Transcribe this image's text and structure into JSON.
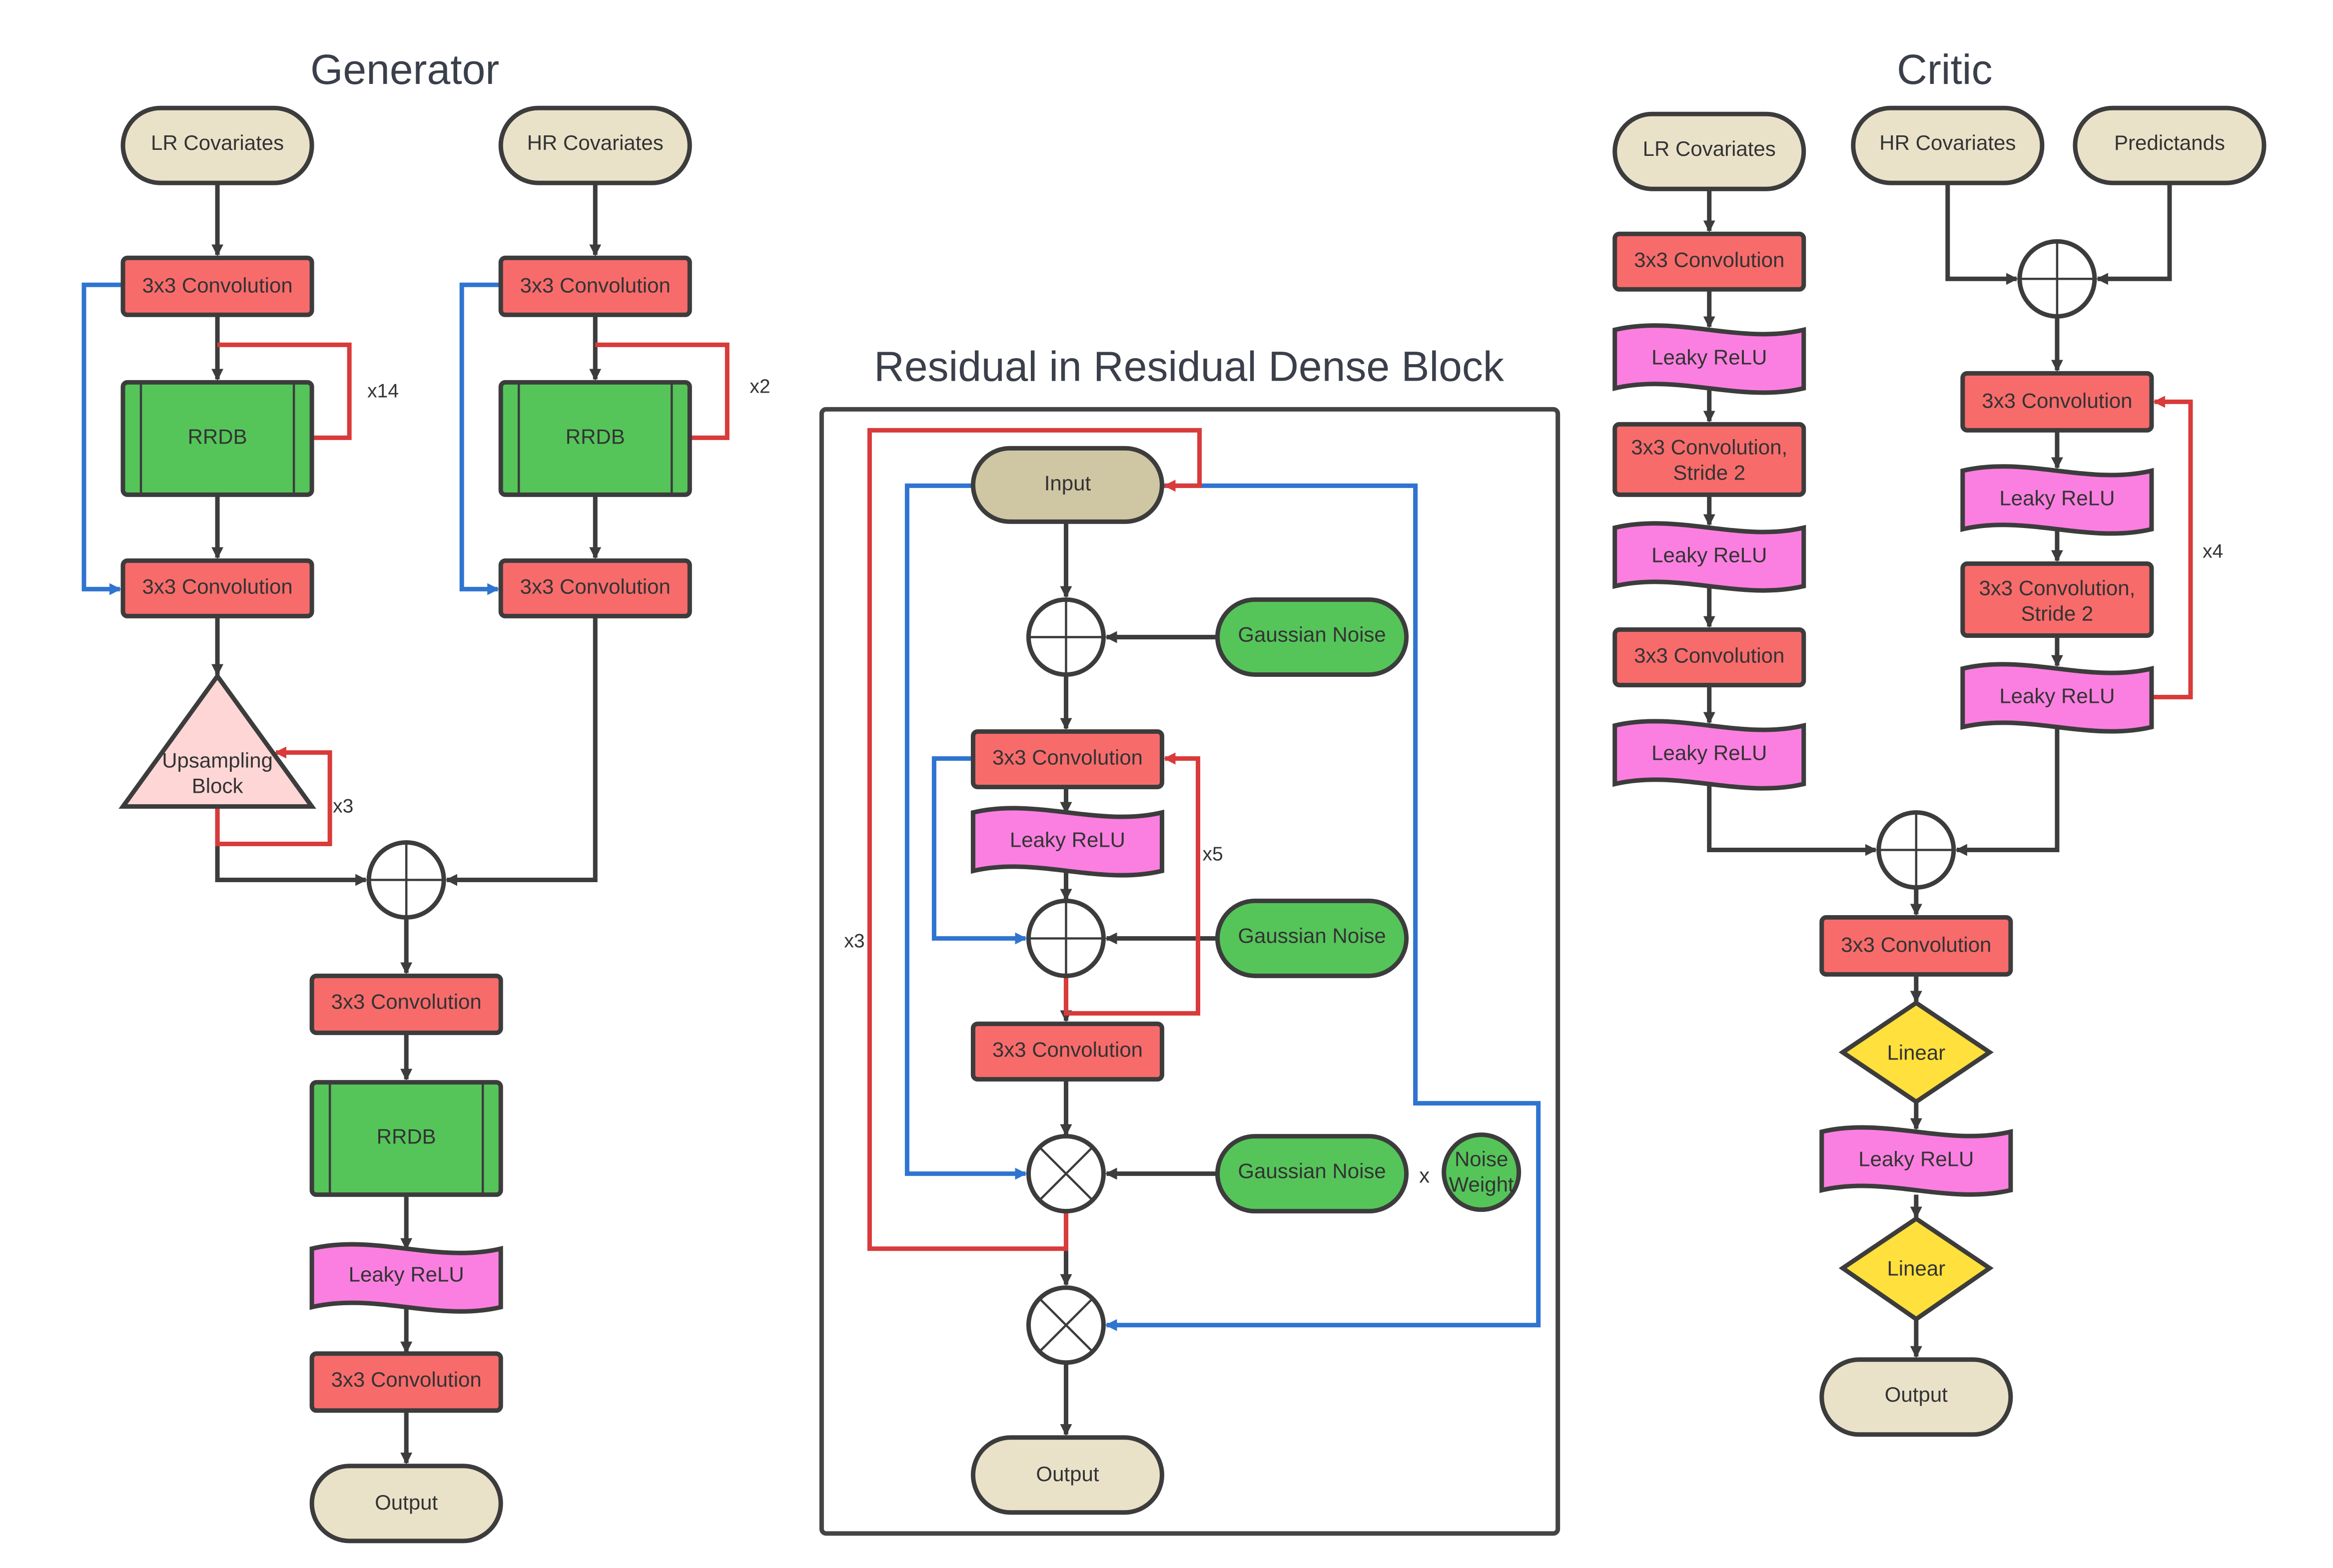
{
  "titles": {
    "generator": "Generator",
    "rrdb": "Residual in Residual Dense Block",
    "critic": "Critic"
  },
  "labels": {
    "lr_covariates": "LR Covariates",
    "hr_covariates": "HR Covariates",
    "predictands": "Predictands",
    "conv": "3x3 Convolution",
    "conv_stride_line1": "3x3 Convolution,",
    "conv_stride_line2": "Stride 2",
    "rrdb": "RRDB",
    "upsampling_line1": "Upsampling",
    "upsampling_line2": "Block",
    "leaky_relu": "Leaky ReLU",
    "output": "Output",
    "input": "Input",
    "gaussian_noise": "Gaussian Noise",
    "noise_weight_line1": "Noise",
    "noise_weight_line2": "Weight",
    "linear": "Linear",
    "times": "x"
  },
  "repeats": {
    "x14": "x14",
    "x2": "x2",
    "x3": "x3",
    "x5": "x5",
    "x4": "x4"
  },
  "colors": {
    "conv": "#f86b6b",
    "rrdb": "#55c55a",
    "leaky_relu": "#fb7fe0",
    "terminal": "#e9e2c9",
    "input": "#cfc6a4",
    "upsampling": "#ffd6d6",
    "noise": "#55c55a",
    "linear": "#ffe03c",
    "edge": "#3c3c3c",
    "edge_blue": "#2f74d0",
    "edge_red": "#d93a3a"
  }
}
